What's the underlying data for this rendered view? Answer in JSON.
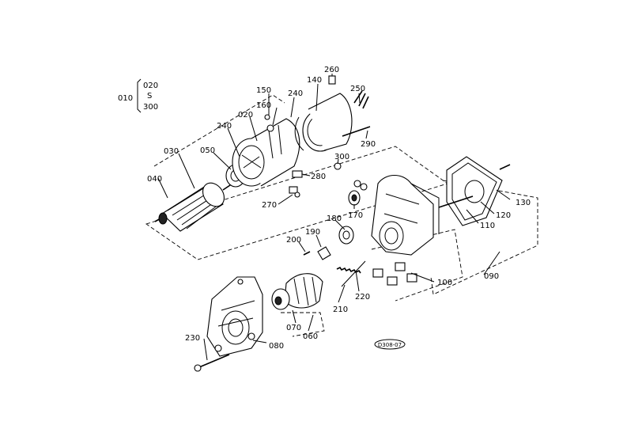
{
  "group_label": {
    "main": "010",
    "top": "020",
    "mid": "S",
    "bottom": "300"
  },
  "callouts": {
    "c020": "020",
    "c030": "030",
    "c040": "040",
    "c050": "050",
    "c060": "060",
    "c070": "070",
    "c080": "080",
    "c090": "090",
    "c100": "100",
    "c110": "110",
    "c120": "120",
    "c130": "130",
    "c140": "140",
    "c150": "150",
    "c160": "160",
    "c170": "170",
    "c180": "180",
    "c190": "190",
    "c200": "200",
    "c210": "210",
    "c220": "220",
    "c230": "230",
    "c240a": "240",
    "c240b": "240",
    "c250": "250",
    "c260": "260",
    "c270": "270",
    "c280": "280",
    "c290": "290",
    "c300": "300"
  },
  "drawing_stamp": "D308-07"
}
